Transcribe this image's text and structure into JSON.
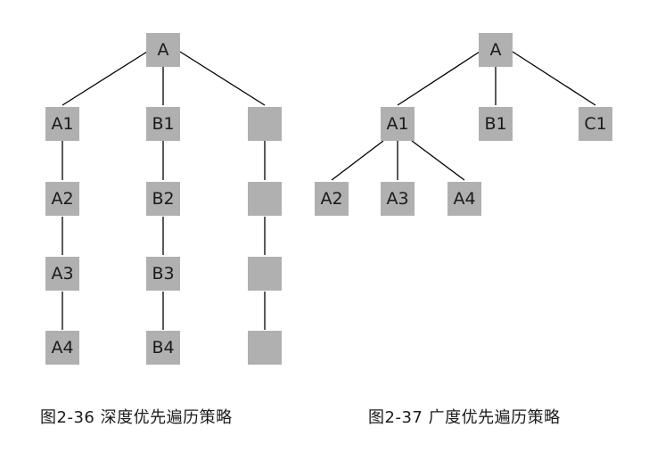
{
  "figures": [
    {
      "caption": "图2-36 深度优先遍历策略",
      "nodes": [
        "A",
        "A1",
        "A2",
        "A3",
        "A4",
        "B1",
        "B2",
        "B3",
        "B4",
        "",
        "",
        "",
        ""
      ]
    },
    {
      "caption": "图2-37 广度优先遍历策略",
      "nodes": [
        "A",
        "A1",
        "B1",
        "C1",
        "A2",
        "A3",
        "A4"
      ]
    }
  ],
  "colors": {
    "node_fill": "#b0b0b0",
    "line": "#000000",
    "text": "#1a1a1a"
  }
}
